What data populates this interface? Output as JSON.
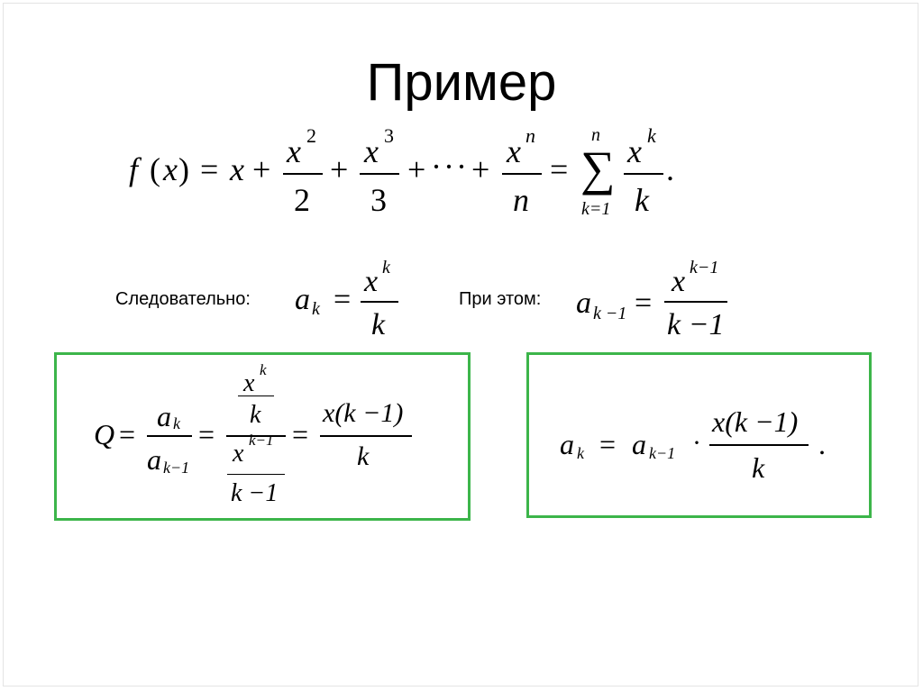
{
  "slide": {
    "title": "Пример",
    "label_consequently": "Следовательно:",
    "label_herewith": "При этом:"
  },
  "colors": {
    "box_border": "#3cb54a",
    "background": "#ffffff"
  },
  "formulas": {
    "main": {
      "f": "f",
      "lp": "(",
      "x": "x",
      "rp": ")",
      "eq": "=",
      "plus": "+",
      "dots": "···",
      "n": "n",
      "k": "k",
      "two": "2",
      "three": "3",
      "k1": "k=1",
      "sigma": "∑",
      "dot": "."
    },
    "ak": {
      "a": "a",
      "k": "k",
      "eq": "=",
      "x": "x"
    },
    "ak1": {
      "a": "a",
      "sub": "k −1",
      "eq": "=",
      "x": "x",
      "sup": "k−1",
      "den": "k −1"
    },
    "Q": {
      "Q": "Q",
      "eq": "=",
      "a": "a",
      "k": "k",
      "km1": "k−1",
      "x": "x",
      "sup": "k−1",
      "den": "k −1",
      "res_num": "x(k −1)"
    },
    "final": {
      "a": "a",
      "k": "k",
      "eq": "=",
      "km1": "k−1",
      "cdot": "·",
      "num": "x(k −1)",
      "den": "k",
      "dot": "."
    }
  }
}
